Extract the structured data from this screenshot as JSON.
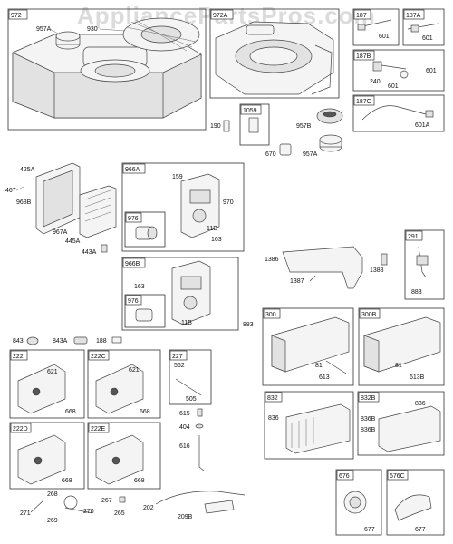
{
  "watermark": "AppliancePartsPros.com",
  "panels": [
    {
      "id": "972"
    },
    {
      "id": "972A"
    },
    {
      "id": "187"
    },
    {
      "id": "187A"
    },
    {
      "id": "187B"
    },
    {
      "id": "187C"
    },
    {
      "id": "1059"
    },
    {
      "id": "966A"
    },
    {
      "id": "976"
    },
    {
      "id": "966B"
    },
    {
      "id": "976"
    },
    {
      "id": "291"
    },
    {
      "id": "300"
    },
    {
      "id": "300B"
    },
    {
      "id": "222"
    },
    {
      "id": "222C"
    },
    {
      "id": "227"
    },
    {
      "id": "832"
    },
    {
      "id": "832B"
    },
    {
      "id": "222D"
    },
    {
      "id": "222E"
    },
    {
      "id": "676"
    },
    {
      "id": "676C"
    }
  ],
  "labels": [
    "957A",
    "930",
    "601",
    "601",
    "601",
    "240",
    "601",
    "601A",
    "190",
    "957B",
    "670",
    "957A",
    "425A",
    "467",
    "968B",
    "967A",
    "445A",
    "443A",
    "159",
    "970",
    "11B",
    "163",
    "163",
    "11B",
    "1386",
    "1387",
    "1388",
    "883",
    "883",
    "81",
    "613",
    "81",
    "613B",
    "843",
    "843A",
    "188",
    "621",
    "668",
    "621",
    "668",
    "562",
    "505",
    "615",
    "404",
    "616",
    "668",
    "668",
    "836",
    "836B",
    "836",
    "836B",
    "268",
    "271",
    "269",
    "270",
    "267",
    "265",
    "202",
    "209B",
    "677",
    "677"
  ]
}
